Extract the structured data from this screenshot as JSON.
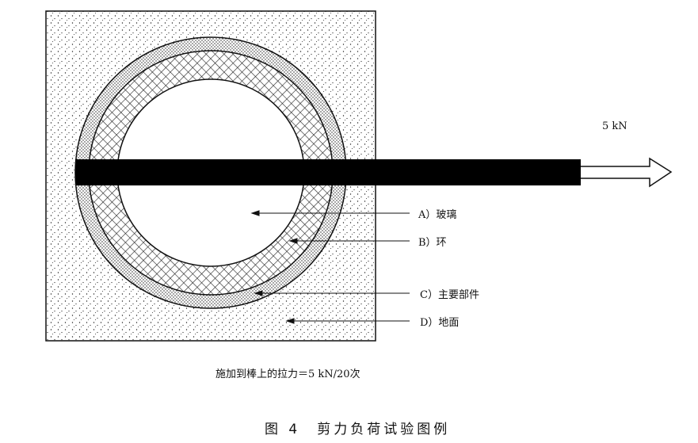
{
  "force_label": "5 kN",
  "labels": {
    "a": "A）玻璃",
    "b": "B）环",
    "c": "C）主要部件",
    "d": "D）地面"
  },
  "caption": "施加到棒上的拉力＝5 kN/20次",
  "figure_title": "图 4　剪力负荷试验图例"
}
